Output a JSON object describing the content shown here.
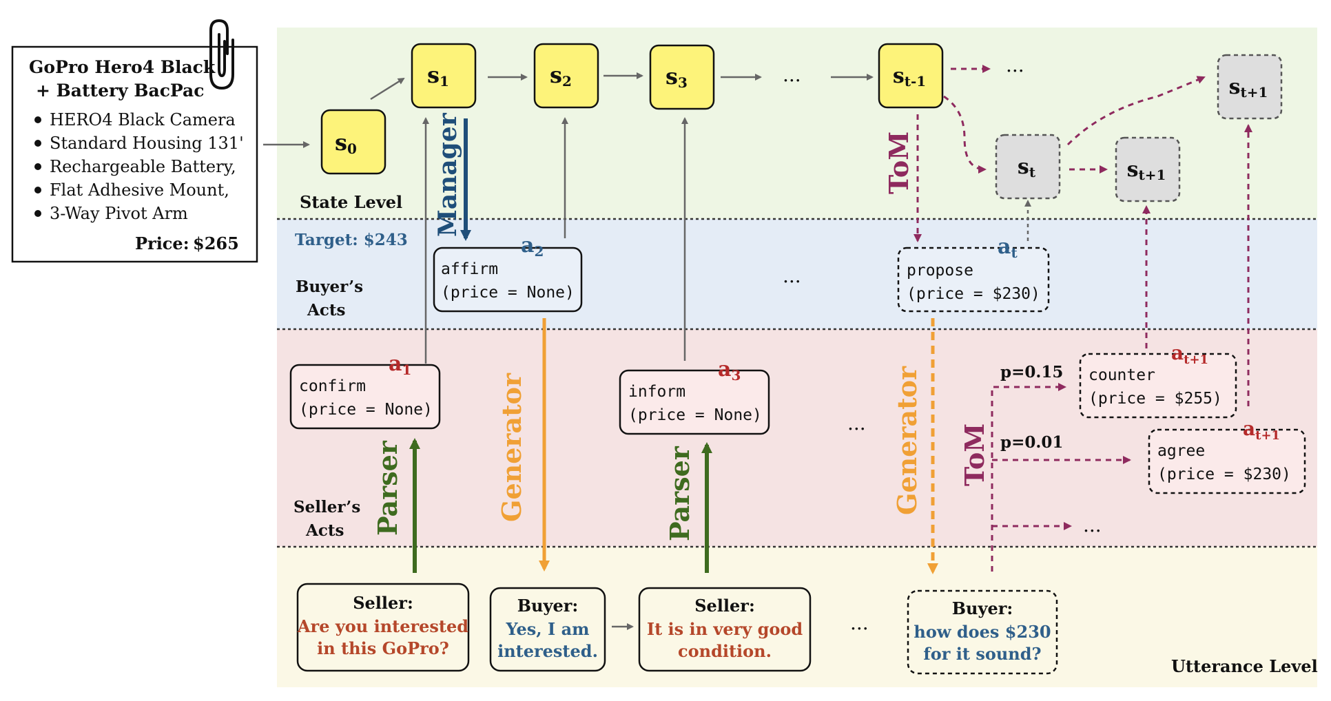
{
  "product_card": {
    "title_line1": "GoPro Hero4 Black",
    "title_line2": "+ Battery BacPac",
    "items": [
      "HERO4 Black Camera",
      "Standard Housing 131'",
      "Rechargeable Battery,",
      "Flat Adhesive Mount,",
      "3-Way Pivot Arm"
    ],
    "price_label": "Price:",
    "price_value": "$265",
    "icon": "paperclip-icon"
  },
  "levels": {
    "state": "State Level",
    "buyer_acts_line1": "Buyer’s",
    "buyer_acts_line2": "Acts",
    "seller_acts_line1": "Seller’s",
    "seller_acts_line2": "Acts",
    "utterance": "Utterance Level",
    "target": "Target: $243"
  },
  "states": {
    "s0": "s",
    "s0_sub": "0",
    "s1": "s",
    "s1_sub": "1",
    "s2": "s",
    "s2_sub": "2",
    "s3": "s",
    "s3_sub": "3",
    "stm1": "s",
    "stm1_sub": "t-1",
    "st": "s",
    "st_sub": "t",
    "stp1a": "s",
    "stp1a_sub": "t+1",
    "stp1b": "s",
    "stp1b_sub": "t+1"
  },
  "acts": {
    "a1": {
      "label": "a",
      "sub": "1",
      "line1": "confirm",
      "line2": "(price = None)"
    },
    "a2": {
      "label": "a",
      "sub": "2",
      "line1": "affirm",
      "line2": "(price = None)"
    },
    "a3": {
      "label": "a",
      "sub": "3",
      "line1": "inform",
      "line2": "(price = None)"
    },
    "at": {
      "label": "a",
      "sub": "t",
      "line1": "propose",
      "line2": "(price = $230)"
    },
    "counter": {
      "label": "a",
      "sub": "t+1",
      "line1": "counter",
      "line2": "(price = $255)",
      "prob": "p=0.15"
    },
    "agree": {
      "label": "a",
      "sub": "t+1",
      "line1": "agree",
      "line2": "(price = $230)",
      "prob": "p=0.01"
    }
  },
  "utterances": {
    "u1": {
      "speaker": "Seller:",
      "line1": "Are you interested",
      "line2": "in this GoPro?"
    },
    "u2": {
      "speaker": "Buyer:",
      "line1": "Yes, I am",
      "line2": "interested."
    },
    "u3": {
      "speaker": "Seller:",
      "line1": "It is in very good",
      "line2": "condition."
    },
    "u4": {
      "speaker": "Buyer:",
      "line1": "how does $230",
      "line2": "for it sound?"
    }
  },
  "modules": {
    "manager": "Manager",
    "generator": "Generator",
    "parser": "Parser",
    "tom": "ToM"
  },
  "ellipsis": "...",
  "colors": {
    "state_band": "#eef6e4",
    "buyer_band": "#e4ecf6",
    "seller_band": "#f5e3e3",
    "utterance_band": "#fbf8e6",
    "state_node": "#fdf37a",
    "future_node": "#dedede",
    "manager": "#1f4e79",
    "generator": "#f0a035",
    "parser": "#3e6b1f",
    "tom": "#8e2a5e",
    "seller_text": "#b5472a",
    "buyer_text": "#2f5f8a",
    "act_label_red": "#b52a2a",
    "act_label_blue": "#2f5f8a"
  }
}
